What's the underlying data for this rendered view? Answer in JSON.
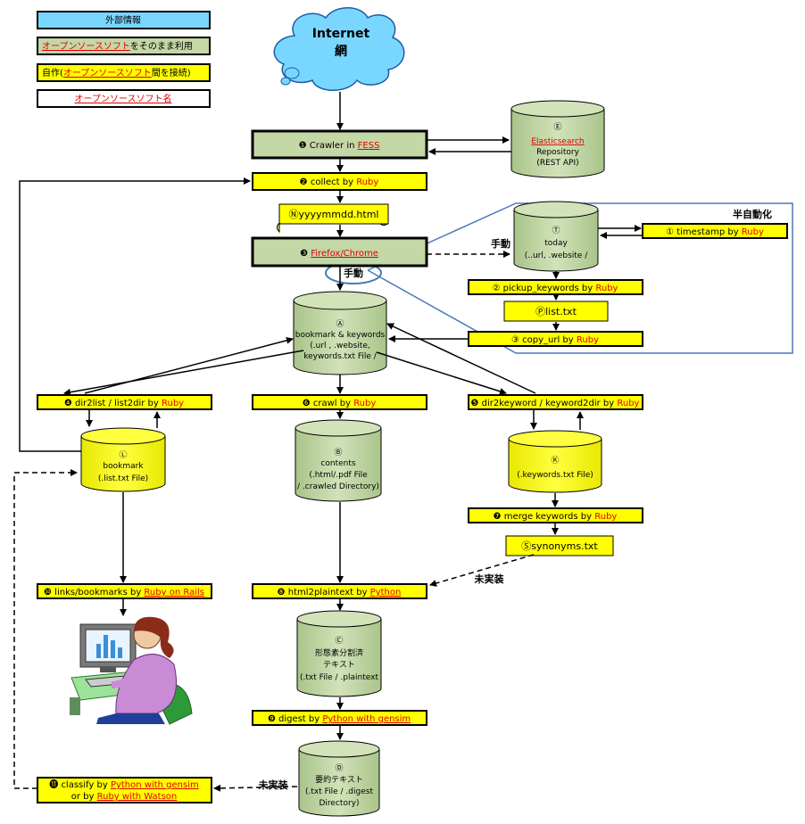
{
  "legend": {
    "external": "外部情報",
    "oss_as_is_prefix": "オープンソースソフト",
    "oss_as_is_suffix": "をそのまま利用",
    "selfmade_prefix": "自作(",
    "selfmade_mid": "オープンソースソフト",
    "selfmade_suffix": "間を接続)",
    "oss_name": "オープンソースソフト名"
  },
  "cloud": {
    "line1": "Internet",
    "line2": "網"
  },
  "colors": {
    "yellow": "#ffff00",
    "green": "#c4d7a6",
    "cloud": "#79d7ff",
    "red": "#e00000",
    "blue_box": "#4a79b8"
  },
  "nodes": {
    "crawler": {
      "num": "❶",
      "text": "Crawler in ",
      "tool": "FESS"
    },
    "collect": {
      "num": "❷",
      "text": "collect by ",
      "tool": "Ruby"
    },
    "ndate": {
      "text": "Ⓝyyyymmdd.html"
    },
    "firefox": {
      "num": "❸",
      "tool": "Firefox/Chrome"
    },
    "dir2list": {
      "num": "❹",
      "text": "dir2list / list2dir by ",
      "tool": "Ruby"
    },
    "crawl": {
      "num": "❻",
      "text": "crawl by ",
      "tool": "Ruby"
    },
    "dir2keyword": {
      "num": "❺",
      "text": "dir2keyword / keyword2dir by ",
      "tool": "Ruby"
    },
    "merge": {
      "num": "❼",
      "text": "merge keywords by ",
      "tool": "Ruby"
    },
    "synonyms": {
      "text": "Ⓢsynonyms.txt"
    },
    "links": {
      "num": "❿",
      "text": "links/bookmarks by ",
      "tool": "Ruby on Rails"
    },
    "html2plain": {
      "num": "❽",
      "text": "html2plaintext by ",
      "tool": "Python"
    },
    "digest": {
      "num": "❾",
      "text": "digest by ",
      "tool": "Python with gensim"
    },
    "classify": {
      "num": "⓫",
      "line1_text": "classify by ",
      "line1_tool": "Python with gensim",
      "line2_text": "or  by ",
      "line2_tool": "Ruby with Watson"
    },
    "timestamp": {
      "text": "① timestamp by ",
      "tool": "Ruby"
    },
    "pickup": {
      "text": "② pickup_keywords by ",
      "tool": "Ruby"
    },
    "plist": {
      "text": "Ⓟlist.txt"
    },
    "copyurl": {
      "text": "③ copy_url by ",
      "tool": "Ruby"
    }
  },
  "databases": {
    "elastic": {
      "label": "Ⓔ",
      "line1": "Elasticsearch",
      "line2": "Repository",
      "line3": "(REST API)"
    },
    "today": {
      "label": "Ⓣ",
      "line1": "today",
      "line2": "(..url, .website /"
    },
    "bookmark_kw": {
      "label": "Ⓐ",
      "line1": "bookmark & keywords",
      "line2": "(.url , .website,",
      "line3": "keywords.txt File /"
    },
    "bookmark": {
      "label": "Ⓛ",
      "line1": "bookmark",
      "line2": "(.list.txt File)"
    },
    "contents": {
      "label": "Ⓑ",
      "line1": "contents",
      "line2": "(.html/.pdf File",
      "line3": "/ .crawled Directory)"
    },
    "keywords": {
      "label": "Ⓚ",
      "line1": "(.keywords.txt File)"
    },
    "morph": {
      "label": "Ⓒ",
      "line1": "形態素分割済",
      "line2": "テキスト",
      "line3": "(.txt File / .plaintext"
    },
    "summary": {
      "label": "Ⓓ",
      "line1": "要約テキスト",
      "line2": "(.txt File / .digest",
      "line3": "Directory)"
    }
  },
  "annotations": {
    "semi_auto": "半自動化",
    "manual1": "手動",
    "manual2": "手動",
    "unimpl1": "未実装",
    "unimpl2": "未実装"
  }
}
